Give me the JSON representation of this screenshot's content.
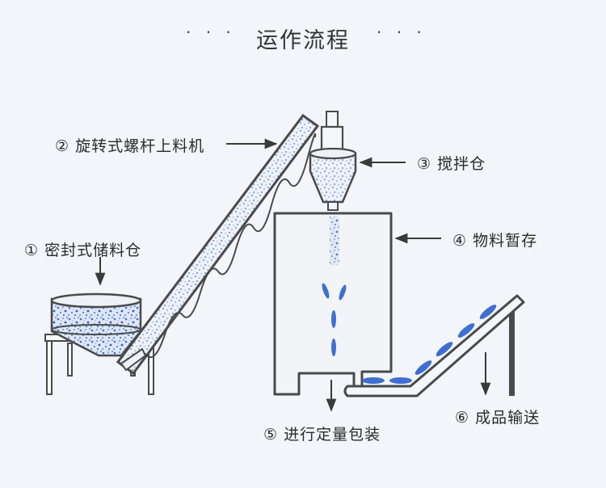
{
  "title": "运作流程",
  "title_decoration": "· · ·",
  "steps": [
    {
      "label": "① 密封式储料仓"
    },
    {
      "label": "② 旋转式螺杆上料机"
    },
    {
      "label": "③ 搅拌仓"
    },
    {
      "label": "④ 物料暂存"
    },
    {
      "label": "⑤ 进行定量包装"
    },
    {
      "label": "⑥ 成品输送"
    }
  ],
  "colors": {
    "background": "#f3f5fa",
    "outline": "#4a4a4a",
    "fill_light": "#e9ecf2",
    "material_blue": "#3f6fd1"
  }
}
